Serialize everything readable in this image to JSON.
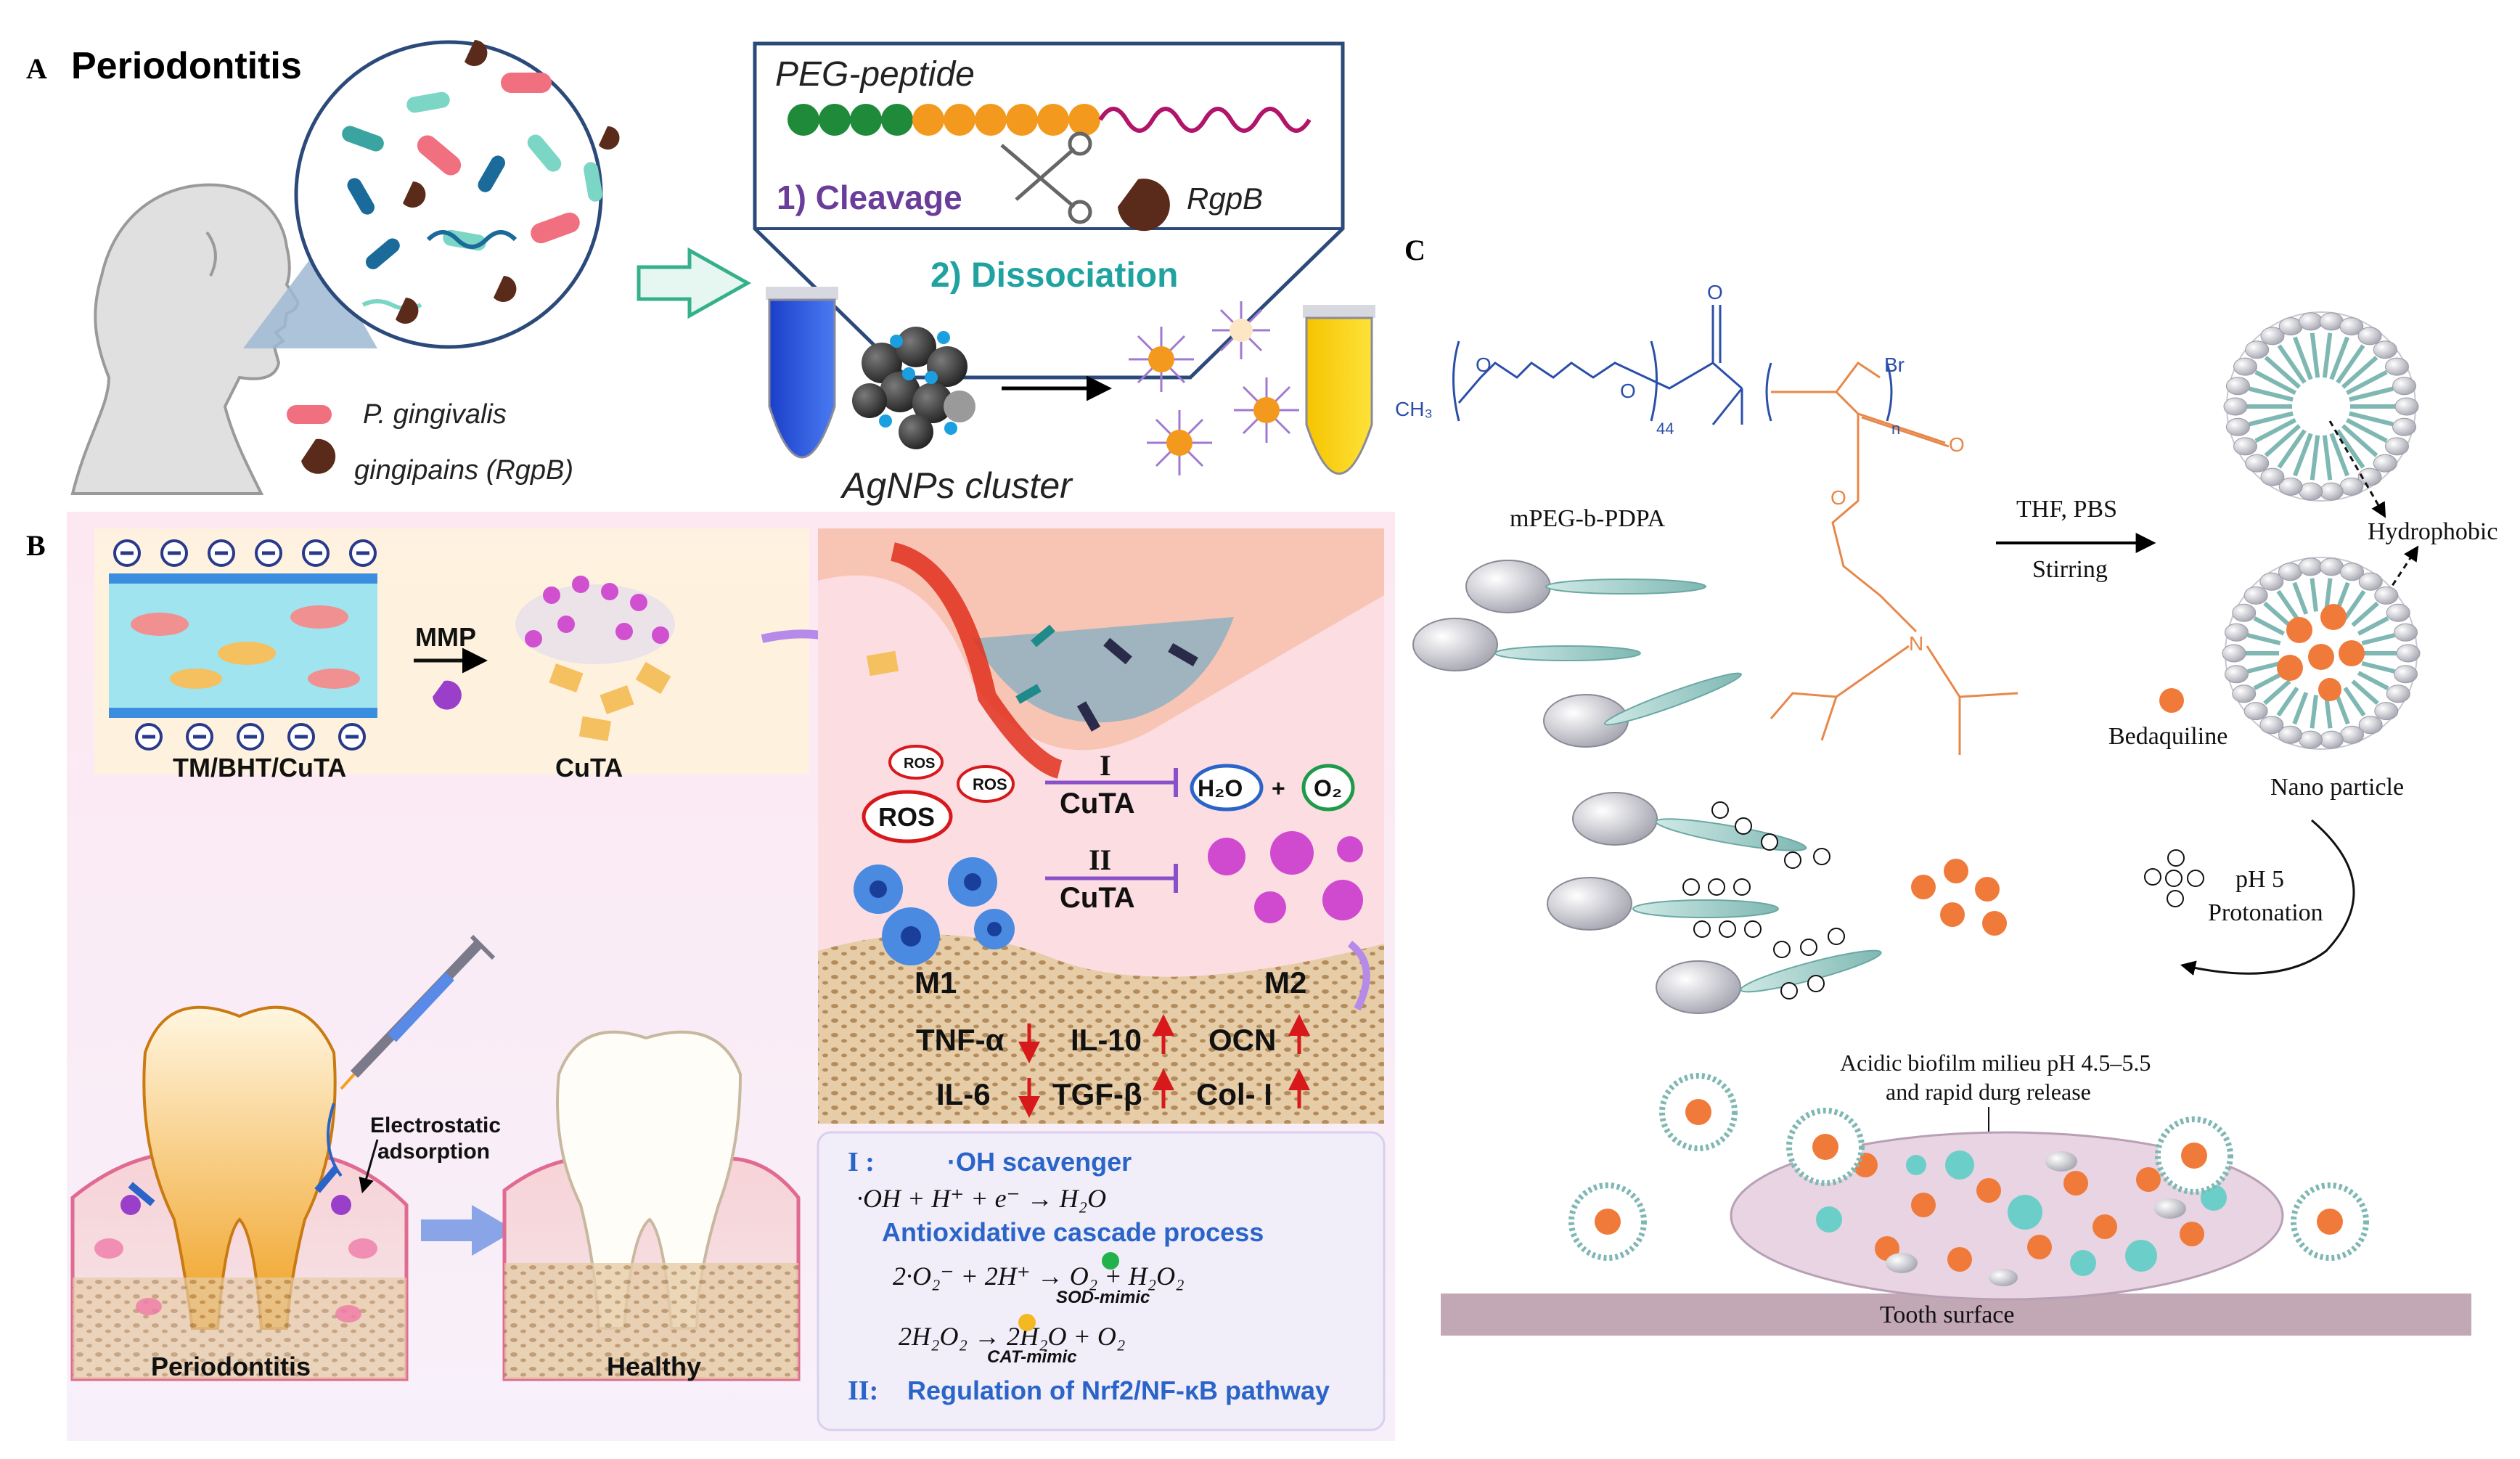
{
  "panel_a": {
    "letter": "A",
    "title": "Periodontitis",
    "peg_title": "PEG-peptide",
    "cleavage": "1) Cleavage",
    "rgpb": "RgpB",
    "dissociation": "2) Dissociation",
    "cluster": "AgNPs cluster",
    "legend_pg": "P. gingivalis",
    "legend_rgpb": "gingipains (RgpB)"
  },
  "panel_b": {
    "letter": "B",
    "mmp": "MMP",
    "membrane_label": "TM/BHT/CuTA",
    "cuta_label": "CuTA",
    "ros": "ROS",
    "step1": "I",
    "step2": "II",
    "cuta": "CuTA",
    "h2o": "H₂O",
    "plus": "+",
    "o2": "O₂",
    "m1": "M1",
    "m2": "M2",
    "tnf": "TNF-α",
    "il10": "IL-10",
    "ocn": "OCN",
    "il6": "IL-6",
    "tgf": "TGF-β",
    "col": "Col- I",
    "electrostatic": "Electrostatic",
    "adsorption": "adsorption",
    "periodontitis": "Periodontitis",
    "healthy": "Healthy",
    "box_i_label": "I :",
    "box_i_title": "·OH scavenger",
    "eq1": "·OH + H⁺ + e⁻ → H₂O",
    "cascade": "Antioxidative cascade process",
    "eq2": "2·O₂⁻ + 2H⁺ → O₂ + H₂O₂",
    "sod": "SOD-mimic",
    "eq3": "2H₂O₂ → 2H₂O + O₂",
    "cat": "CAT-mimic",
    "box_ii_label": "II:",
    "box_ii_title": "Regulation of Nrf2/NF-κB pathway"
  },
  "panel_c": {
    "letter": "C",
    "ch3": "CH₃",
    "n44": "44",
    "n": "n",
    "br": "Br",
    "o": "O",
    "n_atom": "N",
    "polymer": "mPEG-b-PDPA",
    "solvent": "THF, PBS",
    "stirring": "Stirring",
    "hydrophobic": "Hydrophobic",
    "bedaquiline": "Bedaquiline",
    "nano": "Nano particle",
    "ph5": "pH 5",
    "protonation": "Protonation",
    "acidic": "Acidic biofilm milieu pH 4.5–5.5",
    "release": "and rapid durg release",
    "tooth": "Tooth surface"
  },
  "colors": {
    "navy": "#1e2a5a",
    "green_bead": "#1f8a3a",
    "orange_bead": "#f39a1e",
    "purple": "#6a3d9a",
    "teal": "#20a3a0",
    "crimson": "#d7191c",
    "blue_text": "#2a64c8",
    "orange_drug": "#f07a3a",
    "polymer_blue": "#2b4fa8",
    "polymer_orange": "#e8874a",
    "tooth_surface": "#c2a7b5"
  }
}
